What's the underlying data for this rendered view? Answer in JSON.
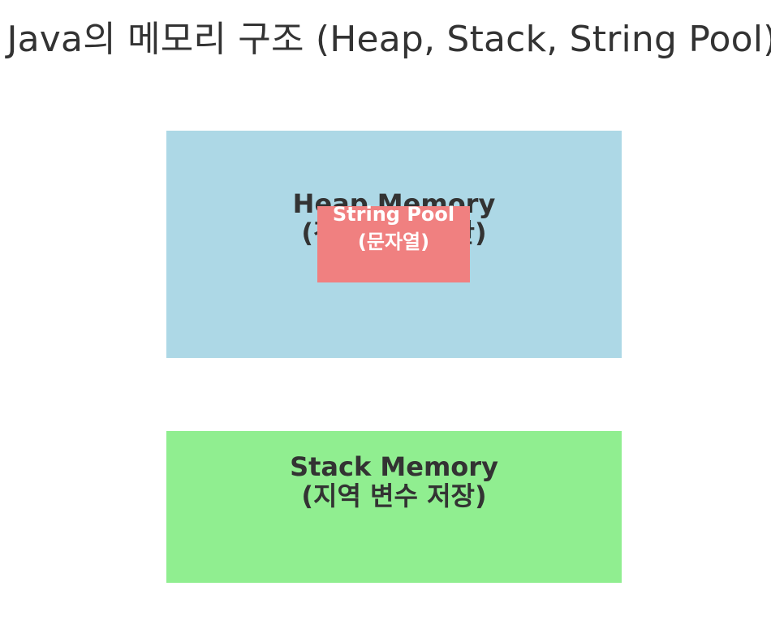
{
  "title": "Java의 메모리 구조 (Heap, Stack, String Pool)",
  "heap": {
    "line1": "Heap Memory",
    "line2": "(객체 저장 공간)",
    "color": "#ADD8E6"
  },
  "string_pool": {
    "line1": "String Pool",
    "line2": "(문자열)",
    "color": "#F08080"
  },
  "stack": {
    "line1": "Stack Memory",
    "line2": "(지역 변수 저장)",
    "color": "#90EE90"
  },
  "text_color": "#333333"
}
